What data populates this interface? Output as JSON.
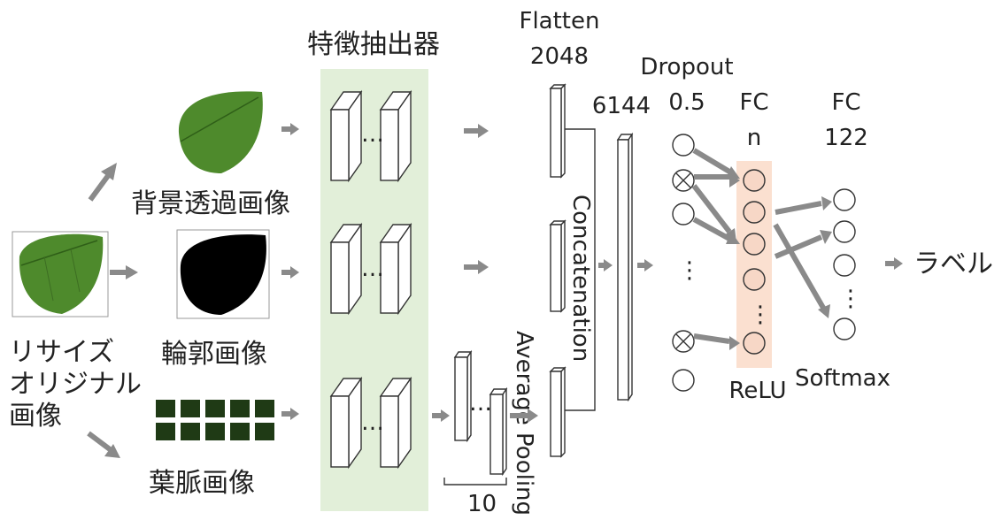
{
  "labels": {
    "feature_extractor": "特徴抽出器",
    "flatten": "Flatten",
    "flatten_size": "2048",
    "concat_size": "6144",
    "dropout": "Dropout",
    "dropout_rate": "0.5",
    "fc1": "FC",
    "fc1_size": "n",
    "fc2": "FC",
    "fc2_size": "122",
    "concatenation": "Concatenation",
    "average_pooling": "Average Pooling",
    "pool_count": "10",
    "relu": "ReLU",
    "softmax": "Softmax",
    "output": "ラベル",
    "input_line1": "リサイズ",
    "input_line2": "オリジナル",
    "input_line3": "画像",
    "transparent_bg": "背景透過画像",
    "contour": "輪郭画像",
    "vein": "葉脈画像",
    "ellipsis": "…",
    "vdots": "⋮"
  },
  "colors": {
    "feature_extractor_bg": "#e2efd9",
    "relu_bg": "#fbe0d0",
    "arrow": "#8a8a8a",
    "leaf": "#4e8a2c",
    "leaf_dark": "#2f5f18",
    "vein_tile": "#1f3a15"
  }
}
